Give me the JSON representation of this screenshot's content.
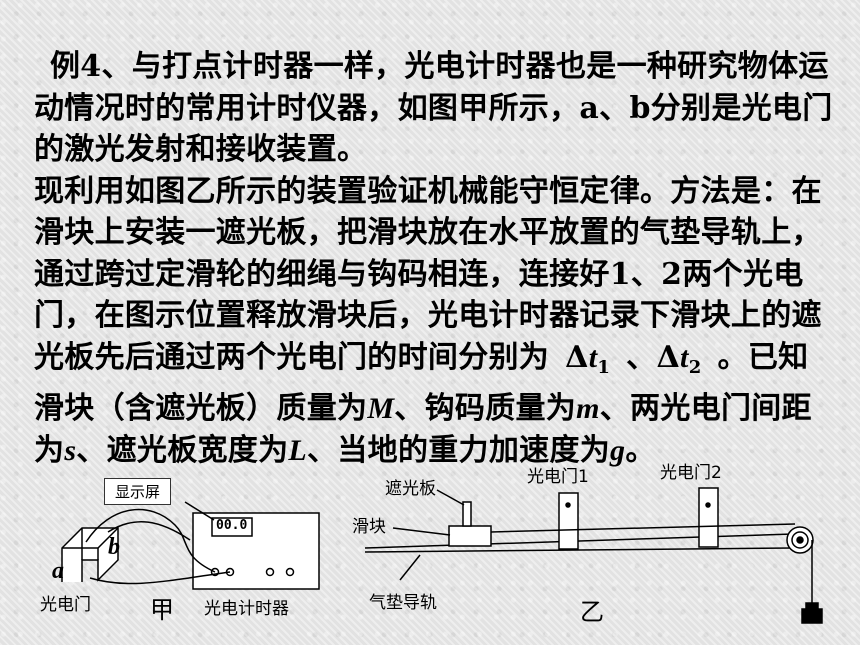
{
  "problem": {
    "para1": "例4、与打点计时器一样，光电计时器也是一种研究物体运动情况时的常用计时仪器，如图甲所示，a、b分别是光电门的激光发射和接收装置。",
    "para2_a": "现利用如图乙所示的装置验证机械能守恒定律。方法是：在滑块上安装一遮光板，把滑块放在水平放置的气垫导轨上，通过跨过定滑轮的细绳与钩码相连，连接好1、2两个光电门，在图示位置释放滑块后，光电计时器记录下滑块上的遮光板先后通过两个光电门的时间分别为",
    "dt_symbol": "Δ",
    "t_var": "t",
    "sub1": "1",
    "sep": "、",
    "sub2": "2",
    "para2_b": "。已知滑块（含遮光板）质量为",
    "var_M": "M",
    "text_c": "、钩码质量为",
    "var_m": "m",
    "text_d": "、两光电门间距为",
    "var_s": "s",
    "text_e": "、遮光板宽度为",
    "var_L": "L",
    "text_f": "、当地的重力加速度为",
    "var_g": "g",
    "text_end": "。"
  },
  "figure_jia": {
    "screen_label": "显示屏",
    "display_value": "00.0",
    "label_a": "a",
    "label_b": "b",
    "gate_label": "光电门",
    "figure_name": "甲",
    "timer_label": "光电计时器"
  },
  "figure_yi": {
    "shade_label": "遮光板",
    "slider_label": "滑块",
    "gate1_label": "光电门1",
    "gate2_label": "光电门2",
    "track_label": "气垫导轨",
    "figure_name": "乙"
  }
}
